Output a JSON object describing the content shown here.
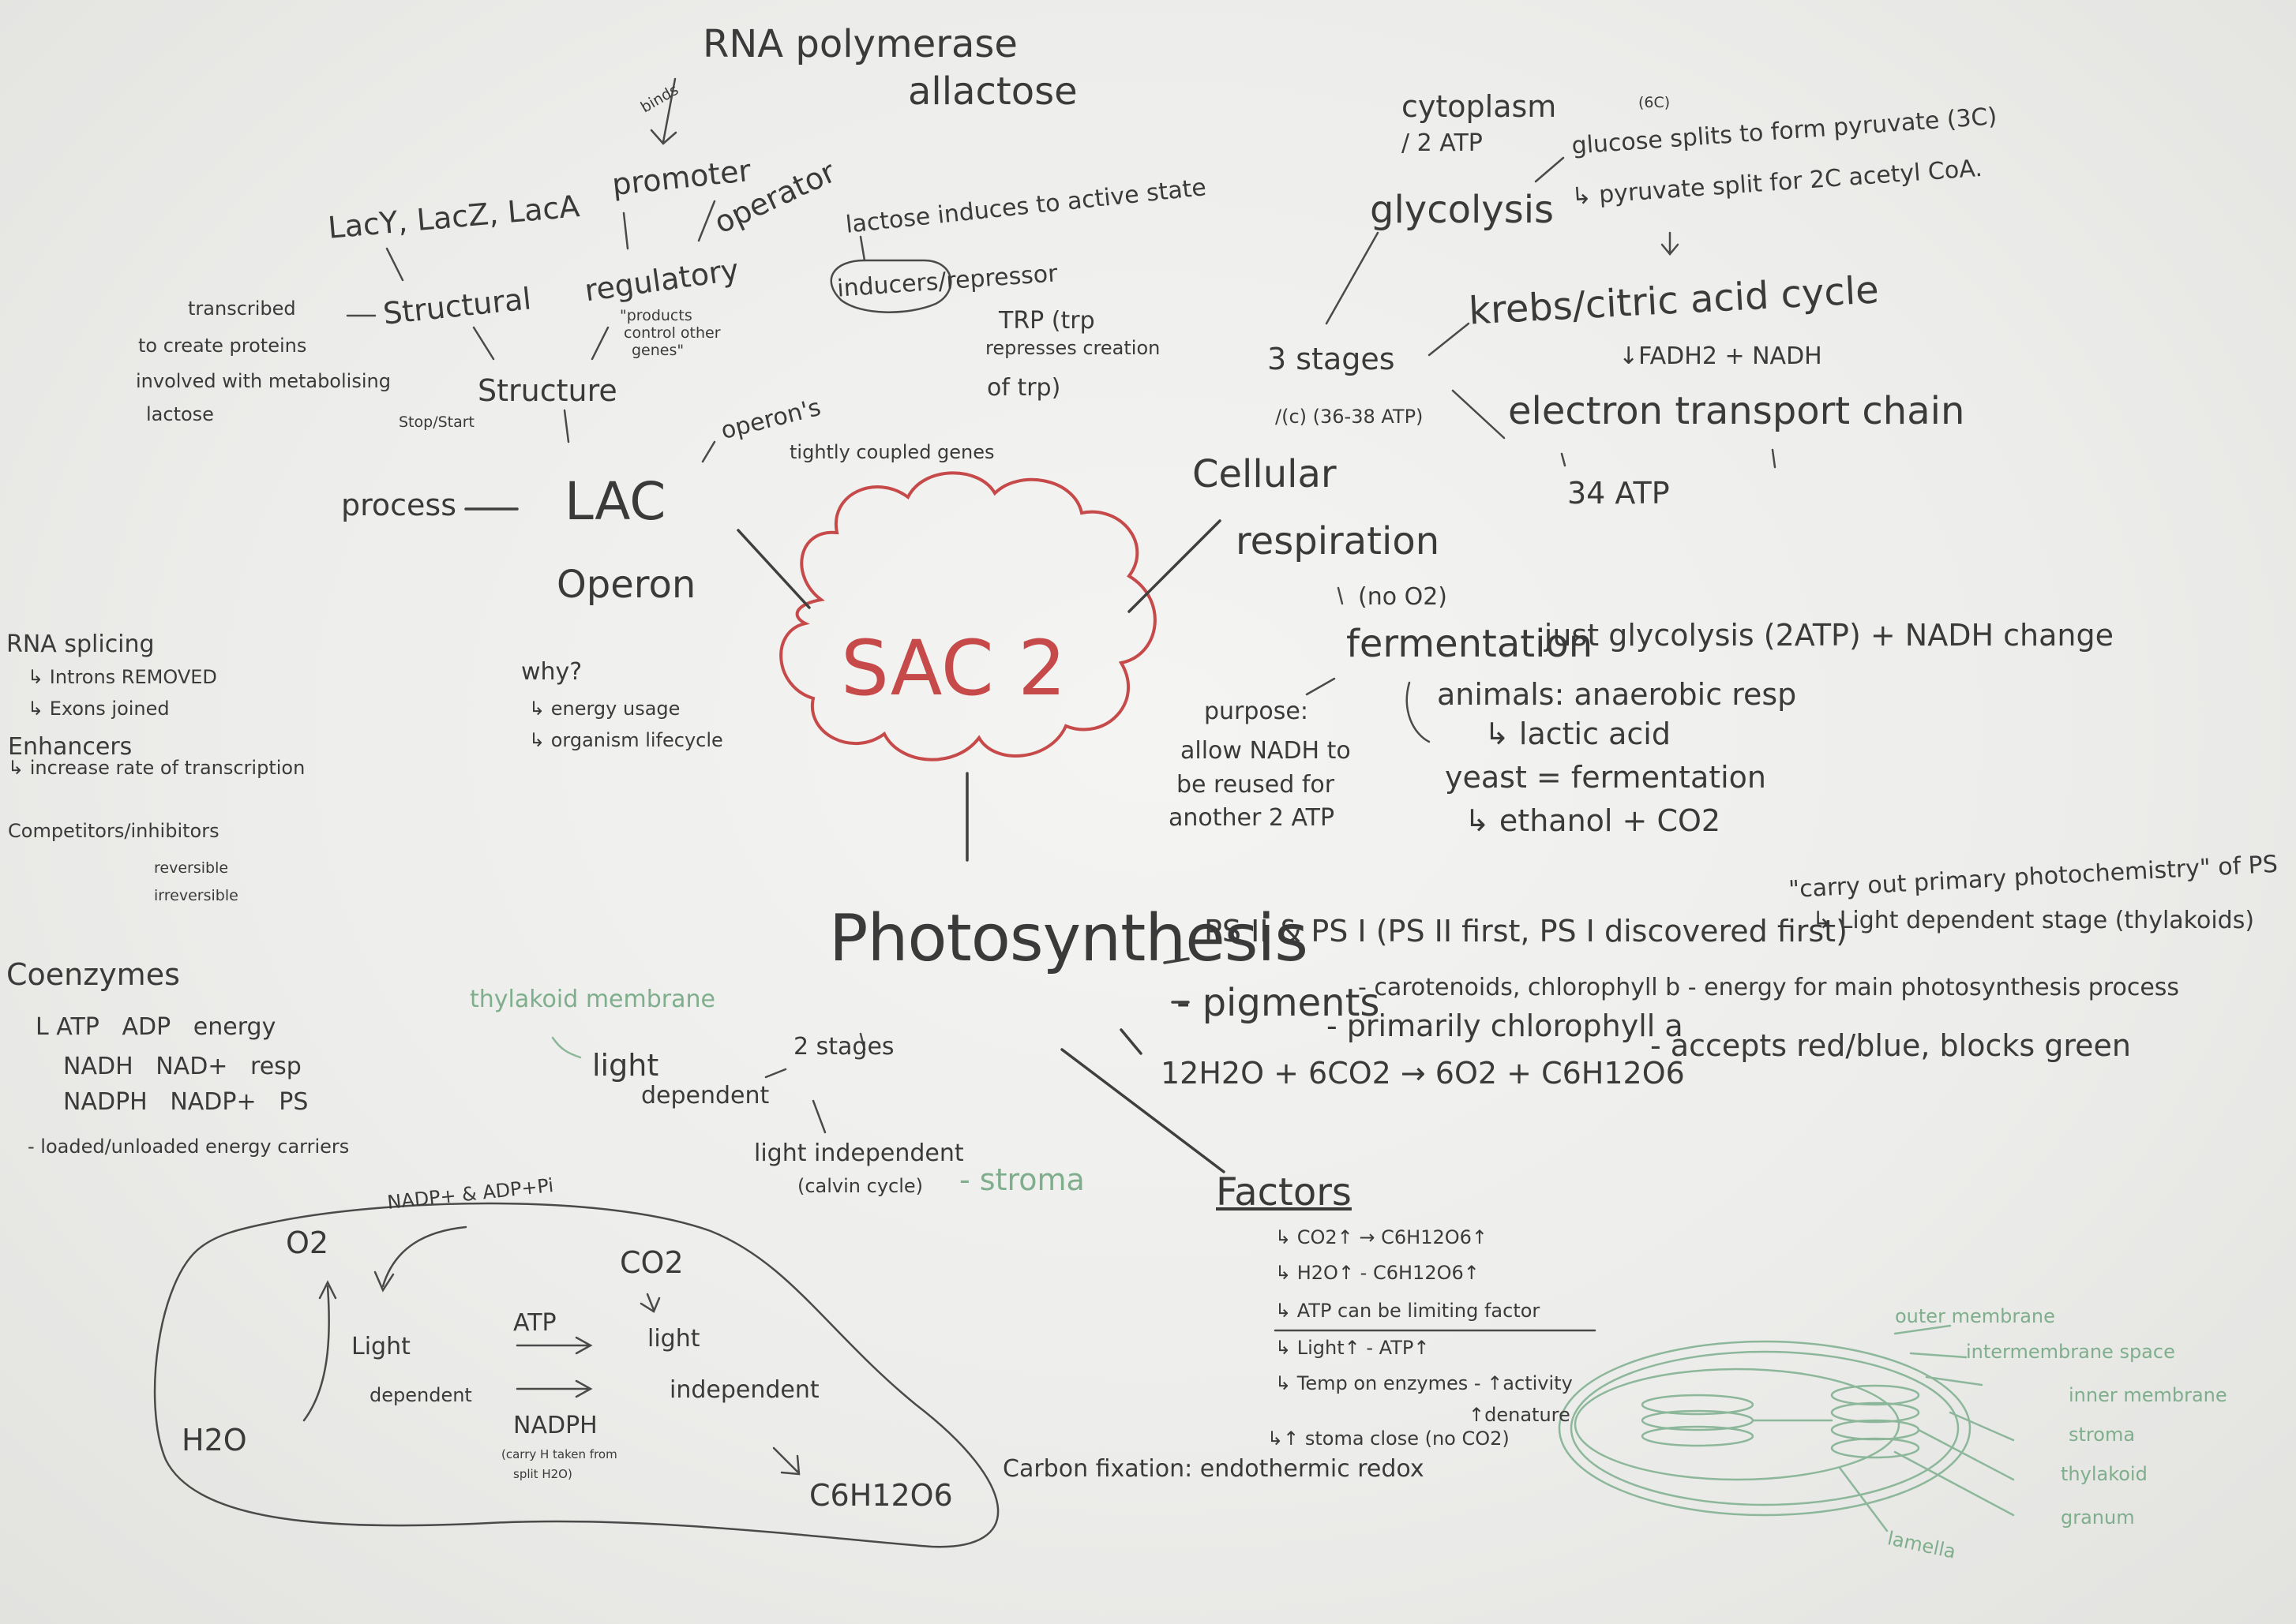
{
  "center": {
    "title": "SAC 2"
  },
  "lac": {
    "title": "LAC",
    "operon": "Operon",
    "process": "process",
    "operons_label": "operon's",
    "tightly": "tightly coupled genes",
    "structure": "Structure",
    "stop_start": "Stop/Start",
    "structural": "Structural",
    "lac_genes": "LacY, LacZ, LacA",
    "transcribed": [
      "transcribed",
      "to create proteins",
      "involved with metabolising",
      "lactose"
    ],
    "regulatory": "regulatory",
    "products": [
      "\"products",
      "control other",
      "genes\""
    ],
    "promoter": "promoter",
    "operator": "operator",
    "rna_pol": "RNA polymerase",
    "binds": "binds",
    "allactose": "allactose",
    "lactose_induces": "lactose induces to active state",
    "inducers": "inducers/repressor",
    "trp": [
      "TRP (trp",
      "represses creation",
      "of trp)"
    ],
    "why": "why?",
    "why_items": [
      "↳ energy usage",
      "↳ organism lifecycle"
    ]
  },
  "resp": {
    "title1": "Cellular",
    "title2": "respiration",
    "cytoplasm": "cytoplasm",
    "two_atp": "/ 2 ATP",
    "glycolysis": "glycolysis",
    "glucose": "glucose splits to form pyruvate (3C)",
    "six_c": "(6C)",
    "pyruvate": "↳ pyruvate split for 2C acetyl CoA.",
    "stages": "3 stages",
    "stages_atp": "/(c) (36-38 ATP)",
    "krebs": "krebs/citric acid cycle",
    "fadh": "↓FADH2 + NADH",
    "etc": "electron transport chain",
    "atp34": "34 ATP",
    "no_o2": "(no O2)",
    "fermentation": "fermentation",
    "just_glycolysis": "- just glycolysis (2ATP) + NADH change",
    "animals": "animals: anaerobic resp",
    "lactic": "↳ lactic acid",
    "yeast": "yeast = fermentation",
    "ethanol": "↳ ethanol + CO2",
    "purpose": [
      "purpose:",
      "allow NADH to",
      "be reused for",
      "another 2 ATP"
    ]
  },
  "photo": {
    "title": "Photosynthesis",
    "ps": "PS II & PS I (PS II first, PS I discovered first)",
    "carry": "\"carry out primary photochemistry\" of PS",
    "light_dep_stage": "↳ Light dependent stage (thylakoids)",
    "pigments": "- pigments",
    "carotenoids": "- carotenoids, chlorophyll b - energy for main photosynthesis process",
    "primarily": "- primarily chlorophyll a",
    "accepts": "- accepts red/blue, blocks green",
    "equation": "12H2O + 6CO2 → 6O2 + C6H12O6",
    "two_stages": "2 stages",
    "light_dependent": [
      "light",
      "dependent"
    ],
    "thylakoid_membrane": "thylakoid membrane",
    "light_independent": [
      "light independent",
      "(calvin cycle)"
    ],
    "stroma": "- stroma",
    "factors": "Factors",
    "factor_items": [
      "↳ CO2↑ → C6H12O6↑",
      "↳ H2O↑ - C6H12O6↑",
      "↳ ATP can be limiting factor",
      "↳ Light↑ - ATP↑",
      "↳ Temp on enzymes - ↑activity",
      "↑denature",
      "↳↑ stoma close (no CO2)"
    ],
    "carbon_fixation": "Carbon fixation: endothermic redox"
  },
  "left": {
    "rna_splicing": "RNA splicing",
    "introns": "↳ Introns REMOVED",
    "exons": "↳ Exons joined",
    "enhancers": "Enhancers",
    "increase": "↳ increase rate of transcription",
    "competitors": "Competitors/inhibitors",
    "reversible": "reversible",
    "irreversible": "irreversible",
    "coenzymes": "Coenzymes",
    "coenzyme_rows": [
      "L ATP   ADP   energy",
      "NADH   NAD+   resp",
      "NADPH   NADP+   PS"
    ],
    "loaded": "- loaded/unloaded energy carriers"
  },
  "cycle": {
    "o2": "O2",
    "nadp": "NADP+ & ADP+Pi",
    "co2": "CO2",
    "light_dep": [
      "Light",
      "dependent"
    ],
    "atp": "ATP",
    "nadph": "NADPH",
    "carry_small": [
      "(carry H taken from",
      "split H2O)"
    ],
    "light_ind": [
      "light",
      "independent"
    ],
    "h2o": "H2O",
    "glucose": "C6H12O6"
  },
  "chloroplast": {
    "labels": [
      "outer membrane",
      "intermembrane space",
      "inner membrane",
      "stroma",
      "thylakoid",
      "granum",
      "lamella"
    ]
  }
}
